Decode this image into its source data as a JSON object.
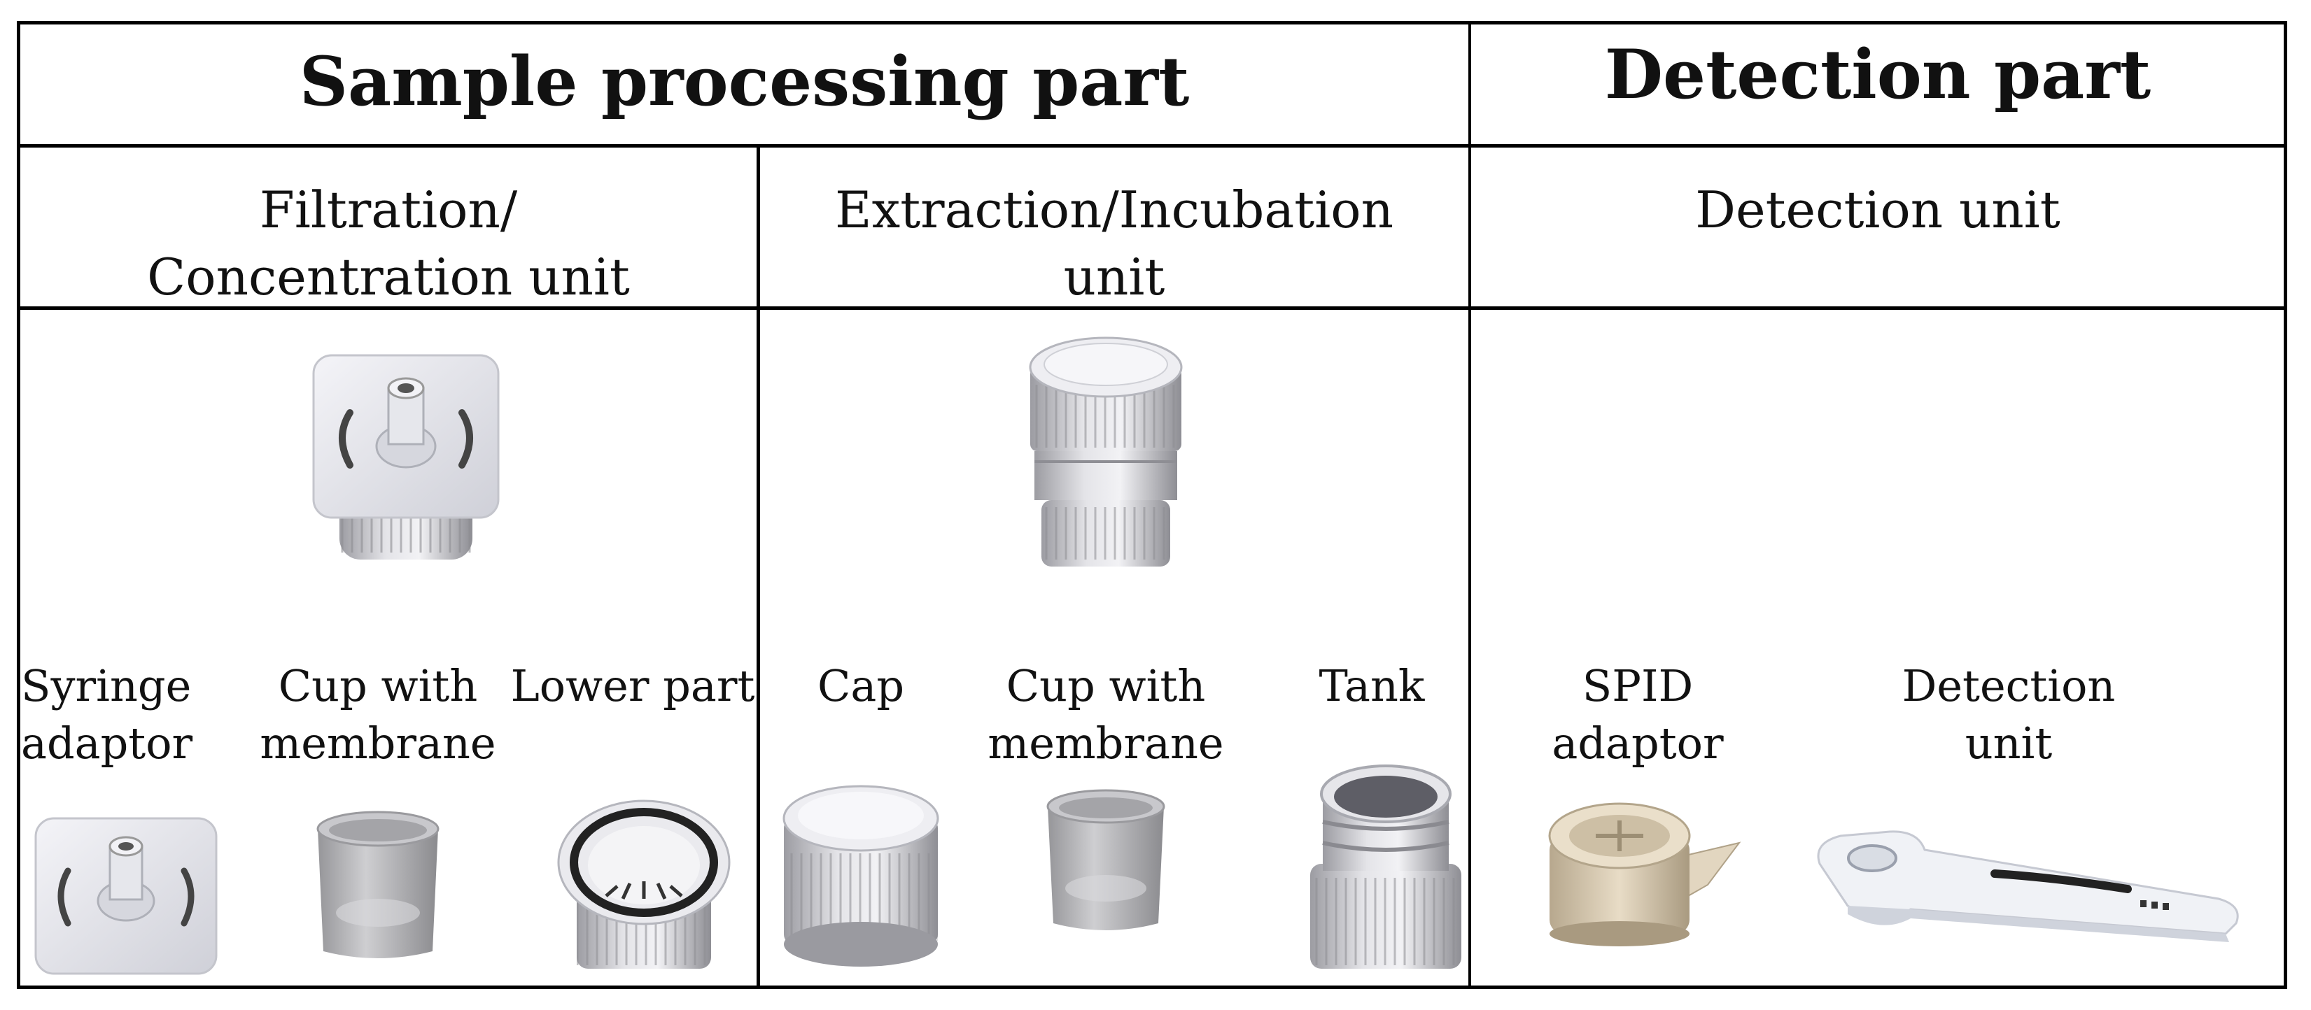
{
  "headers": {
    "sample_processing": "Sample processing part",
    "detection": "Detection part"
  },
  "units": {
    "filtration": [
      "Filtration/",
      "Concentration unit"
    ],
    "extraction": [
      "Extraction/Incubation",
      "unit"
    ],
    "detection": "Detection unit"
  },
  "components": {
    "syringe_adaptor": [
      "Syringe",
      "adaptor"
    ],
    "cup_membrane_1": [
      "Cup with",
      "membrane"
    ],
    "lower_part": "Lower part",
    "cap": "Cap",
    "cup_membrane_2": [
      "Cup with",
      "membrane"
    ],
    "tank": "Tank",
    "spid_adaptor": [
      "SPID",
      "adaptor"
    ],
    "detection_unit": [
      "Detection",
      "unit"
    ]
  }
}
